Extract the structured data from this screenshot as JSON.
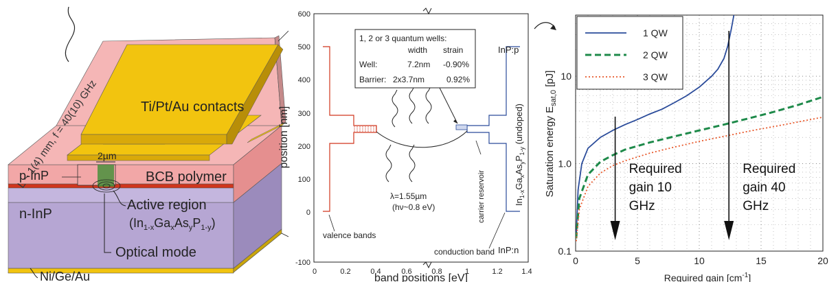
{
  "panel_a": {
    "length_label": "L ~ 1(4) mm, f = 40(10) GHz",
    "contacts_label": "Ti/Pt/Au contacts",
    "width_label": "2µm",
    "p_inp_label": "p-InP",
    "bcb_label": "BCB polymer",
    "n_inp_label": "n-InP",
    "active_label": "Active region",
    "active_composition": "(In1-xGaxAsyP1-y)",
    "ni_label": "Ni/Ge/Au",
    "mode_label": "Optical mode",
    "colors": {
      "gold": "#f2c40f",
      "bcb": "#f2a7a7",
      "ninp": "#b6a6d3",
      "active": "#d0351c",
      "gray": "#8a8a8a"
    }
  },
  "panel_b": {
    "xlabel": "band positions [eV]",
    "ylabel": "position [nm]",
    "xticks": [
      "0",
      "0.2",
      "0.4",
      "0.6",
      "0.8",
      "1",
      "1.2",
      "1.4"
    ],
    "yticks": [
      "600",
      "500",
      "400",
      "300",
      "200",
      "100",
      "0",
      "-100"
    ],
    "box_title": "1, 2 or 3 quantum wells:",
    "box_head_width": "width",
    "box_head_strain": "strain",
    "box_well_label": "Well:",
    "box_well_width": "7.2nm",
    "box_well_strain": "-0.90%",
    "box_barrier_label": "Barrier:",
    "box_barrier_width": "2x3.7nm",
    "box_barrier_strain": "0.92%",
    "label_inp_p": "InP:p",
    "label_inp_n": "InP:n",
    "label_ingaasp": "In1-xGaxAsyP1-y (undoped)",
    "label_carrier": "carrier reservoir",
    "label_lambda": "λ=1.55µm",
    "label_hv": "(hν~0.8 eV)",
    "label_valence": "valence bands",
    "label_conduction": "conduction band",
    "colors": {
      "valence": "#d0351c",
      "conduction": "#2a4b9a"
    }
  },
  "chart_data": {
    "type": "line",
    "xlabel": "Required gain [cm-1]",
    "ylabel": "Saturation energy Esat,0 [pJ]",
    "xlim": [
      0,
      20
    ],
    "ylim": [
      0.1,
      50
    ],
    "yscale": "log",
    "xticks": [
      "0",
      "5",
      "10",
      "15",
      "20"
    ],
    "yticks": [
      "0.1",
      "1.0",
      "10"
    ],
    "grid": true,
    "legend_position": "top-left",
    "series": [
      {
        "name": "1 QW",
        "color": "#2a4b9a",
        "style": "solid",
        "x": [
          0.05,
          0.2,
          0.5,
          1,
          2,
          3,
          4,
          5,
          6,
          7,
          8,
          9,
          10,
          11,
          11.5,
          12,
          12.3,
          12.6,
          12.8
        ],
        "y": [
          0.15,
          0.5,
          1.0,
          1.5,
          2.0,
          2.4,
          2.8,
          3.2,
          3.7,
          4.2,
          5.0,
          6.0,
          7.5,
          10,
          12,
          16,
          22,
          35,
          50
        ]
      },
      {
        "name": "2 QW",
        "color": "#1e8a4a",
        "style": "dashed",
        "x": [
          0.05,
          0.3,
          1,
          2,
          3,
          4,
          6,
          8,
          10,
          12,
          14,
          16,
          18,
          20
        ],
        "y": [
          0.14,
          0.4,
          0.75,
          1.05,
          1.25,
          1.45,
          1.75,
          2.05,
          2.4,
          2.8,
          3.3,
          3.9,
          4.7,
          5.8
        ]
      },
      {
        "name": "3 QW",
        "color": "#e8582a",
        "style": "dotted",
        "x": [
          0.05,
          0.3,
          1,
          2,
          3,
          4,
          6,
          8,
          10,
          12,
          14,
          16,
          18,
          20
        ],
        "y": [
          0.13,
          0.3,
          0.55,
          0.78,
          0.95,
          1.08,
          1.32,
          1.55,
          1.8,
          2.05,
          2.35,
          2.65,
          3.0,
          3.4
        ]
      }
    ],
    "annotations": [
      {
        "line1": "Required",
        "line2": "gain 10",
        "line3": "GHz",
        "x": 3.2
      },
      {
        "line1": "Required",
        "line2": "gain 40",
        "line3": "GHz",
        "x": 12.4
      }
    ]
  }
}
